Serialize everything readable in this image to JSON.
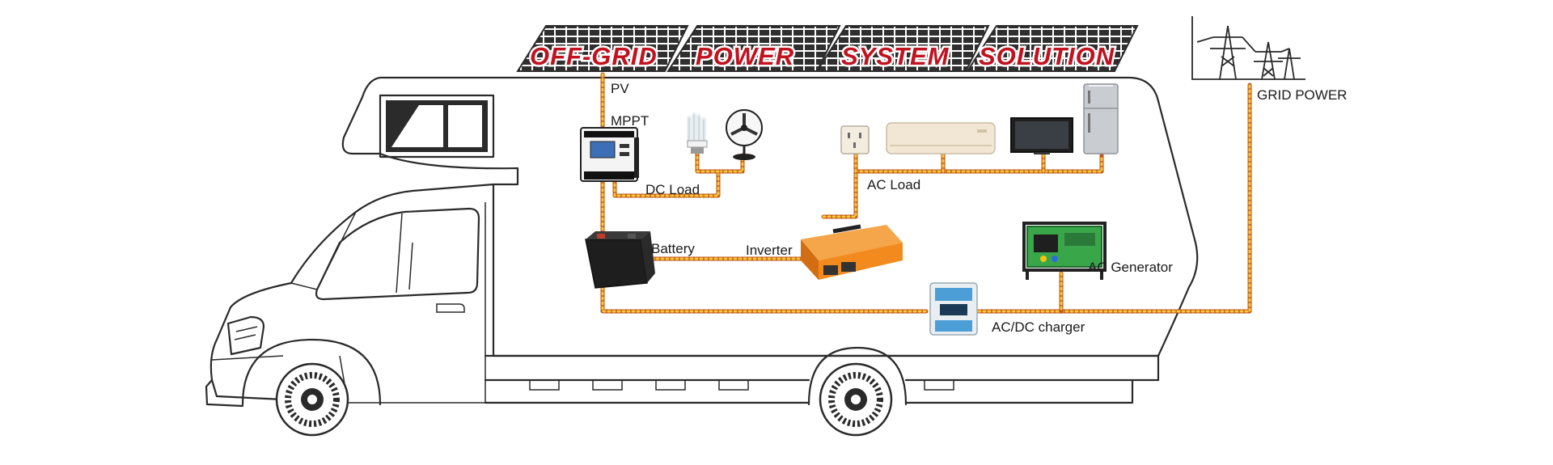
{
  "title_words": [
    "OFF-GRID",
    "POWER",
    "SYSTEM",
    "SOLUTION"
  ],
  "labels": {
    "pv": "PV",
    "mppt": "MPPT",
    "dc_load": "DC  Load",
    "ac_load": "AC  Load",
    "battery": "Battery",
    "inverter": "Inverter",
    "ac_generator": "AC Generator",
    "acdc_charger": "AC/DC charger",
    "grid_power": "GRID POWER"
  },
  "colors": {
    "title_red": "#c1121f",
    "wire_orange": "#c0571a",
    "wire_dots": "#f7c53a",
    "inverter_orange": "#f28a1e",
    "generator_green": "#3aa64a",
    "charger_blue": "#4b9fd6",
    "outline": "#2a2a2a"
  },
  "icons": [
    "solar-panel-icon",
    "transmission-tower-icon",
    "mppt-controller-icon",
    "cfl-bulb-icon",
    "desk-fan-icon",
    "wall-socket-icon",
    "air-conditioner-icon",
    "television-icon",
    "refrigerator-icon",
    "battery-icon",
    "inverter-icon",
    "generator-icon",
    "charger-icon",
    "motorhome-icon"
  ]
}
